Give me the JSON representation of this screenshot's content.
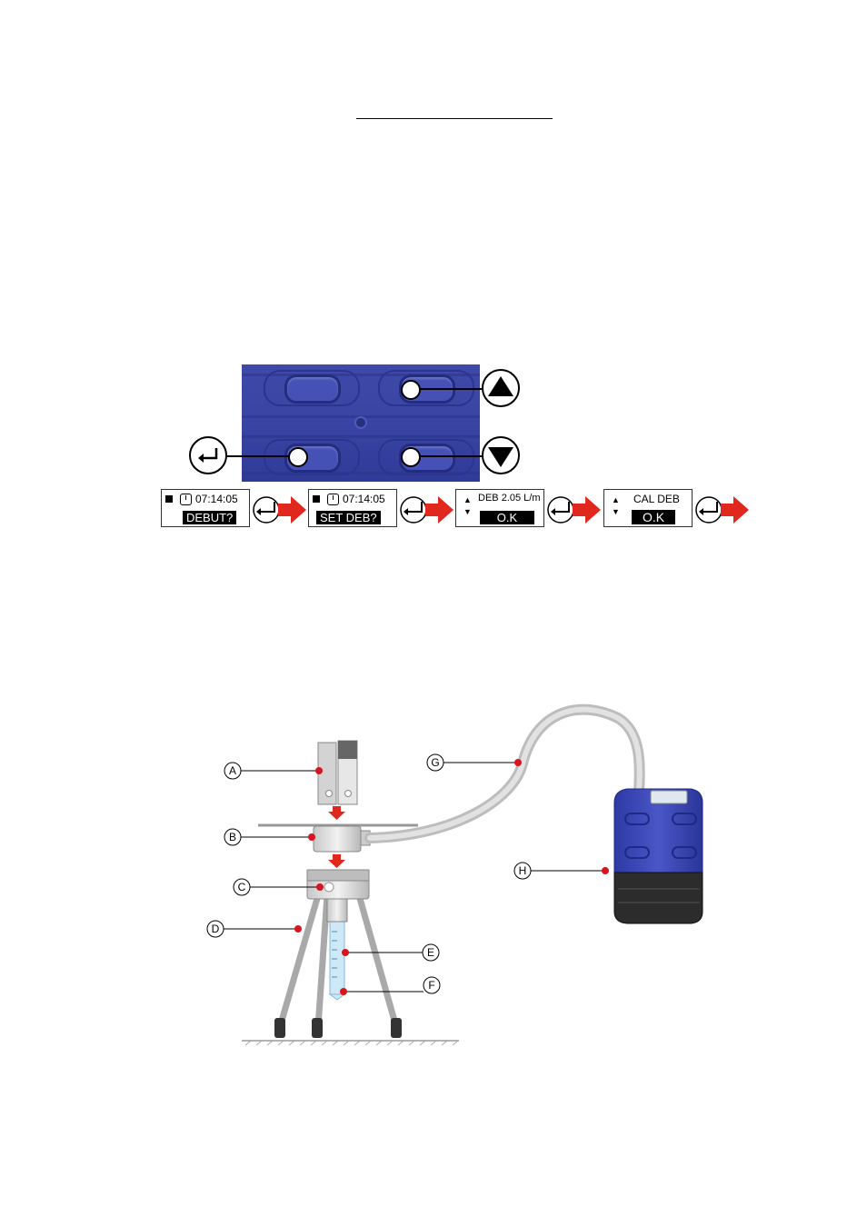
{
  "keypad": {
    "up_symbol": "▲",
    "down_symbol": "▼"
  },
  "screens": [
    {
      "time": "07:14:05",
      "action": "DEBUT?"
    },
    {
      "time": "07:14:05",
      "action": "SET DEB?"
    },
    {
      "label": "DEB",
      "value": "2.05 L/m",
      "action": "O.K"
    },
    {
      "label": "CAL DEB",
      "action": "O.K"
    }
  ],
  "screen_arrows": {
    "up": "▲",
    "down": "▼"
  },
  "diagram": {
    "callouts": [
      "A",
      "B",
      "C",
      "D",
      "E",
      "F",
      "G",
      "H"
    ]
  },
  "colors": {
    "pump_blue": "#3b46a6",
    "arrow_red": "#e0281e",
    "callout_red": "#d8141e"
  }
}
